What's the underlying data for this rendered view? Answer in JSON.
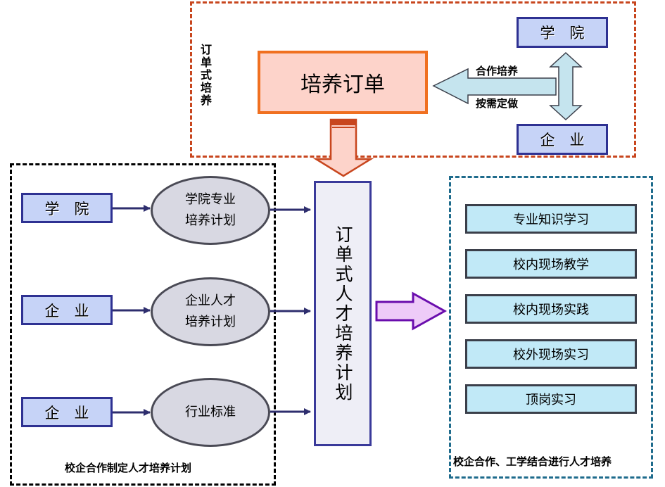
{
  "top_section": {
    "side_label": "订单式培养",
    "order_box": "培养订单",
    "college": "学　院",
    "enterprise": "企　业",
    "arrow_label_top": "合作培养",
    "arrow_label_bottom": "按需定做"
  },
  "left_section": {
    "caption": "校企合作制定人才培养计划",
    "rows": [
      {
        "source": "学　院",
        "plan_line1": "学院专业",
        "plan_line2": "培养计划"
      },
      {
        "source": "企　业",
        "plan_line1": "企业人才",
        "plan_line2": "培养计划"
      },
      {
        "source": "企　业",
        "plan_line1": "行业标准",
        "plan_line2": ""
      }
    ]
  },
  "center_box": {
    "label": "订单式人才培养计划"
  },
  "right_section": {
    "caption": "校企合作、工学结合进行人才培养",
    "items": [
      "专业知识学习",
      "校内现场教学",
      "校内现场实践",
      "校外现场实习",
      "顶岗实习"
    ]
  },
  "colors": {
    "top_frame": "#c8461e",
    "left_frame": "#000000",
    "right_frame": "#1e6b8c",
    "order_fill": "#fdd3ca",
    "order_border": "#f07020",
    "blue_fill": "#c6d3f7",
    "blue_border": "#2e3192",
    "cyan_fill": "#c1e9f7",
    "purple_arrow_fill": "#eecbf8",
    "purple_arrow_stroke": "#6a0dad"
  }
}
